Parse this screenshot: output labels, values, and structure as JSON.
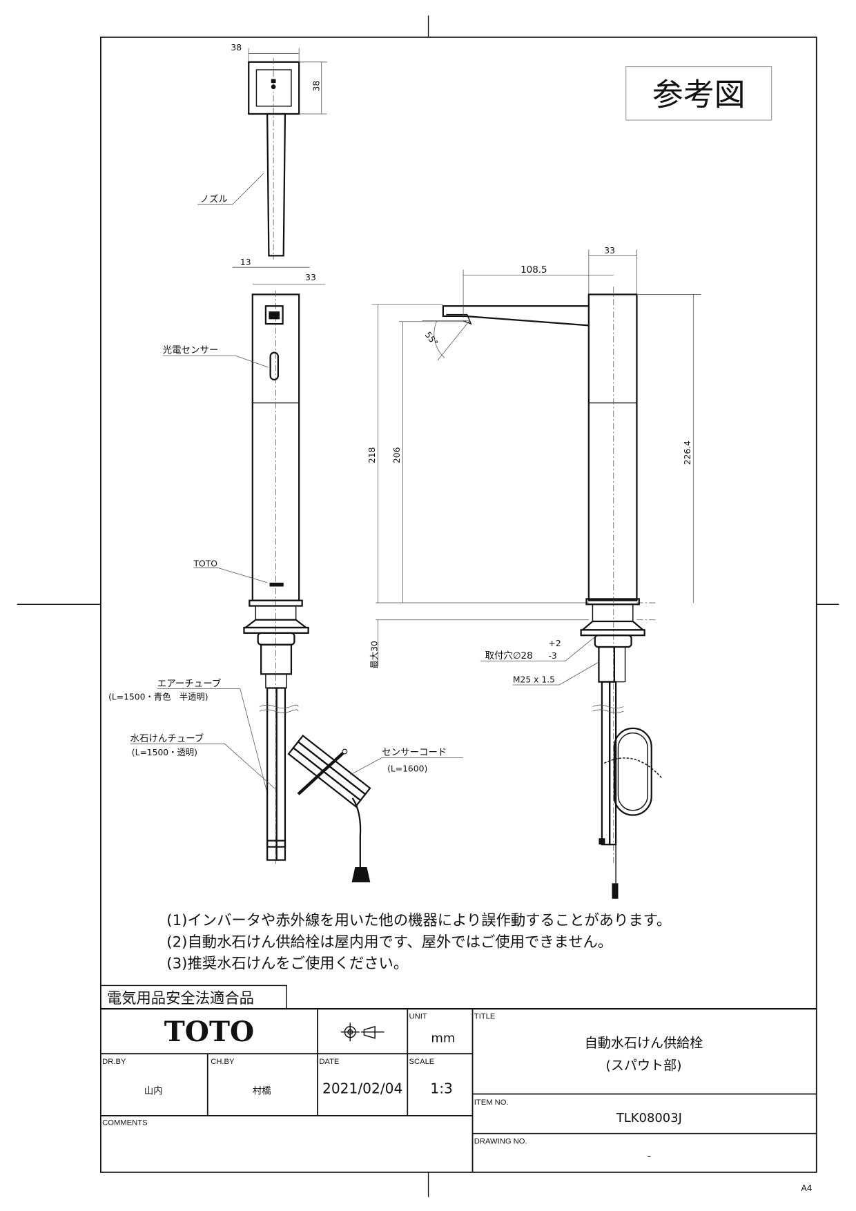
{
  "stamp": "参考図",
  "left_view": {
    "dim_top_width": "38",
    "dim_top_depth": "38",
    "nozzle_label": "ノズル",
    "dim_nozzle": "13",
    "dim_body_width": "33",
    "sensor_label": "光電センサー",
    "brand_label": "TOTO",
    "air_tube_label": "エアーチューブ",
    "air_tube_spec": "(L=1500・青色　半透明)",
    "soap_tube_label": "水石けんチューブ",
    "soap_tube_spec": "(L=1500・透明)",
    "sensor_cord_label": "センサーコード",
    "sensor_cord_spec": "(L=1600)"
  },
  "right_view": {
    "dim_spout_reach": "108.5",
    "dim_body_width": "33",
    "dim_angle": "55°",
    "dim_height_218": "218",
    "dim_height_206": "206",
    "dim_height_226": "226.4",
    "dim_max_thickness": "最大30",
    "mount_hole_label": "取付穴∅28",
    "mount_hole_tol_plus": "+2",
    "mount_hole_tol_minus": "-3",
    "thread_label": "M25 x 1.5"
  },
  "notes": [
    "(1)インバータや赤外線を用いた他の機器により誤作動することがあります。",
    "(2)自動水石けん供給栓は屋内用です、屋外ではご使用できません。",
    "(3)推奨水石けんをご使用ください。"
  ],
  "certification": "電気用品安全法適合品",
  "title_block": {
    "logo": "TOTO",
    "unit_label": "UNIT",
    "unit_value": "mm",
    "title_label": "TITLE",
    "title_line1": "自動水石けん供給栓",
    "title_line2": "(スパウト部)",
    "drawn_by_label": "DR.BY",
    "drawn_by": "山内",
    "checked_by_label": "CH.BY",
    "checked_by": "村橋",
    "date_label": "DATE",
    "date": "2021/02/04",
    "scale_label": "SCALE",
    "scale": "1:3",
    "item_no_label": "ITEM NO.",
    "item_no": "TLK08003J",
    "comments_label": "COMMENTS",
    "drawing_no_label": "DRAWING NO.",
    "drawing_no": "-"
  },
  "paper_size": "A4"
}
